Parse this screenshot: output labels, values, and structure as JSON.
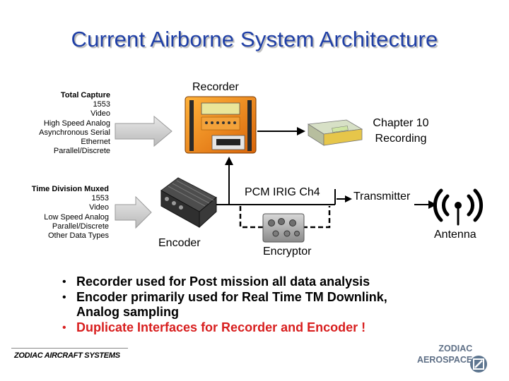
{
  "title": "Current Airborne System Architecture",
  "labels": {
    "recorder": "Recorder",
    "chapter10": [
      "Chapter 10",
      "Recording"
    ],
    "pcm": "PCM IRIG Ch4",
    "transmitter": "Transmitter",
    "antenna": "Antenna",
    "encoder": "Encoder",
    "encryptor": "Encryptor"
  },
  "total_capture": [
    "Total Capture",
    "1553",
    "Video",
    "High Speed Analog",
    "Asynchronous Serial",
    "Ethernet",
    "Parallel/Discrete"
  ],
  "time_division": [
    "Time Division Muxed",
    "1553",
    "Video",
    "Low Speed Analog",
    "Parallel/Discrete",
    "Other Data Types"
  ],
  "bullets": [
    {
      "line1": "Recorder used for Post mission all data analysis",
      "line2": ""
    },
    {
      "line1": "Encoder primarily used for Real Time TM Downlink,",
      "line2": "Analog sampling"
    },
    {
      "line1": "Duplicate Interfaces for Recorder and Encoder !",
      "line2": ""
    }
  ],
  "footer": {
    "left": "ZODIAC AIRCRAFT SYSTEMS",
    "logo_line1": "ZODIAC",
    "logo_line2": "AEROSPACE"
  },
  "colors": {
    "title": "#1f3fa6",
    "highlight": "#d81e1e",
    "recorder_body": "#f08a1a",
    "logo": "#5e7690"
  },
  "icons": [
    "recorder-device-icon",
    "chapter10-module-icon",
    "encoder-device-icon",
    "encryptor-device-icon",
    "antenna-icon"
  ]
}
